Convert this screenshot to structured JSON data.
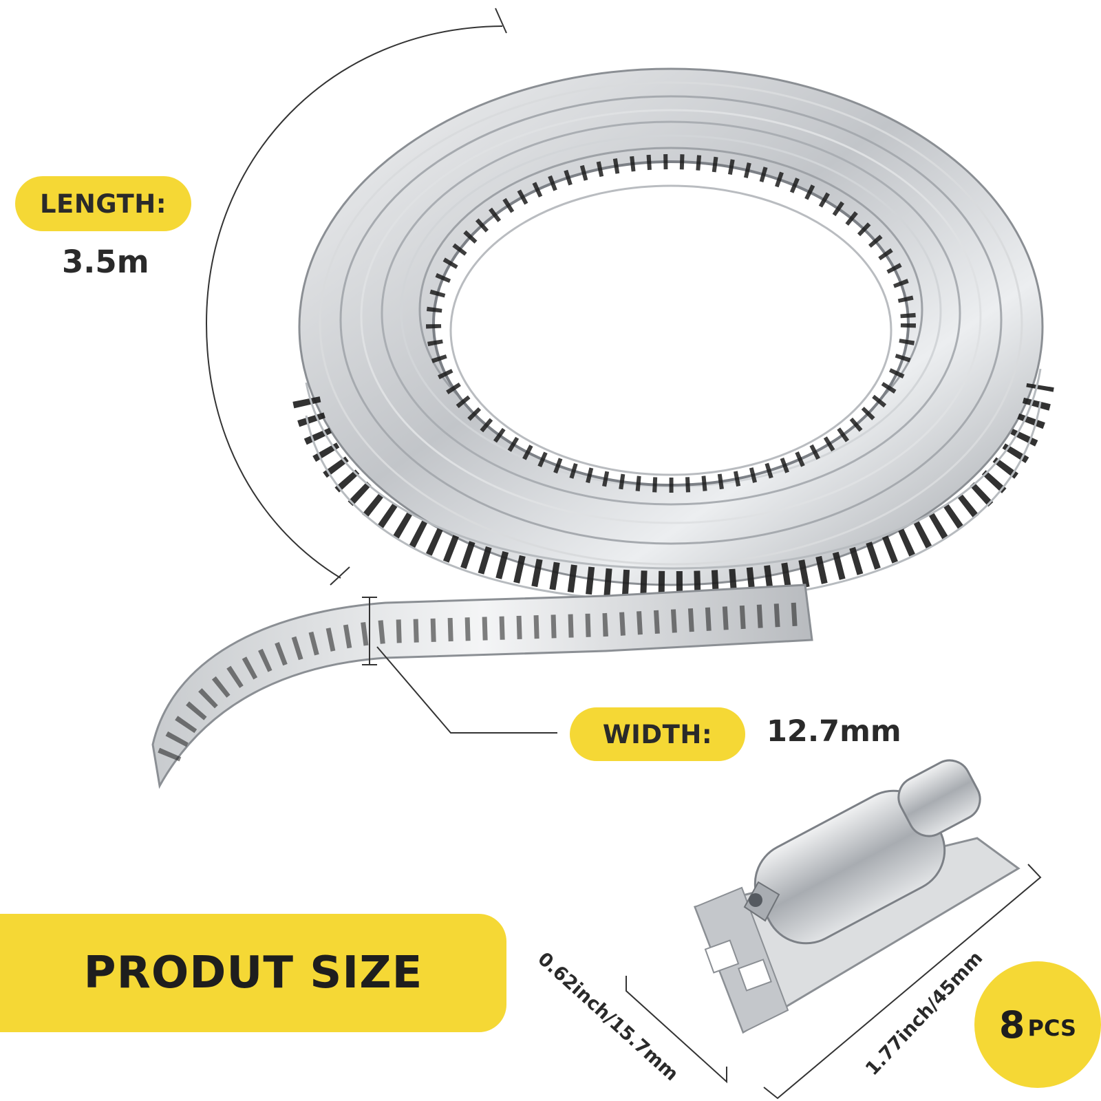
{
  "labels": {
    "length_label": "LENGTH:",
    "length_value": "3.5m",
    "width_label": "WIDTH:",
    "width_value": "12.7mm",
    "size_banner": "PRODUT SIZE",
    "pcs_count": "8",
    "pcs_unit": "PCS",
    "dim_clip_width": "0.62inch/15.7mm",
    "dim_clip_length": "1.77inch/45mm"
  },
  "icons": {
    "band_coil": "steel-band-coil-image",
    "clip": "hose-clamp-screw-image"
  },
  "colors": {
    "accent_yellow": "#f5d835",
    "text_dark": "#2a2a2a",
    "steel_light": "#e4e6e8",
    "steel_mid": "#b4b8bc",
    "steel_dark": "#7c8086",
    "slot": "#1c1c1c",
    "line": "#333333"
  }
}
